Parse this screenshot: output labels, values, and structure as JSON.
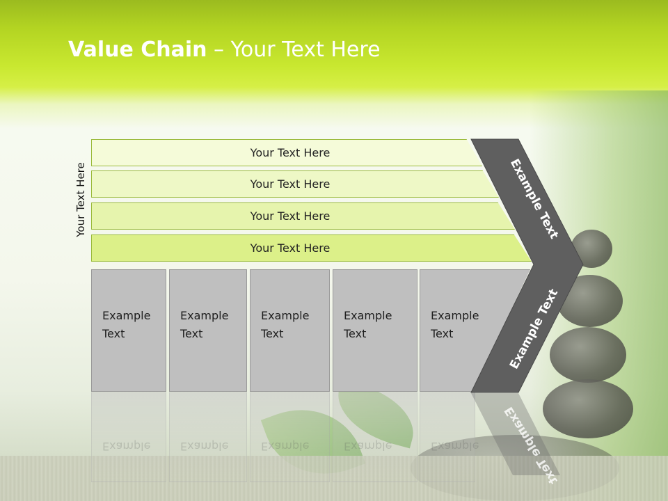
{
  "slide": {
    "title_bold": "Value Chain",
    "title_rest": " – Your Text Here",
    "side_label": "Your Text Here",
    "bands": [
      {
        "label": "Your Text Here"
      },
      {
        "label": "Your Text Here"
      },
      {
        "label": "Your Text Here"
      },
      {
        "label": "Your Text Here"
      }
    ],
    "boxes": [
      {
        "line1": "Example",
        "line2": "Text"
      },
      {
        "line1": "Example",
        "line2": "Text"
      },
      {
        "line1": "Example",
        "line2": "Text"
      },
      {
        "line1": "Example",
        "line2": "Text"
      },
      {
        "line1": "Example",
        "line2": "Text"
      }
    ],
    "chevron_top": "Example Text",
    "chevron_bottom": "Example Text"
  },
  "colors": {
    "band_fills": [
      "#f5fbd9",
      "#eef8c6",
      "#e6f4ad",
      "#dcf089"
    ],
    "box_fill": "#bfbfbf",
    "chevron_fill": "#5f5f5f",
    "header_green": "#b3d422"
  }
}
